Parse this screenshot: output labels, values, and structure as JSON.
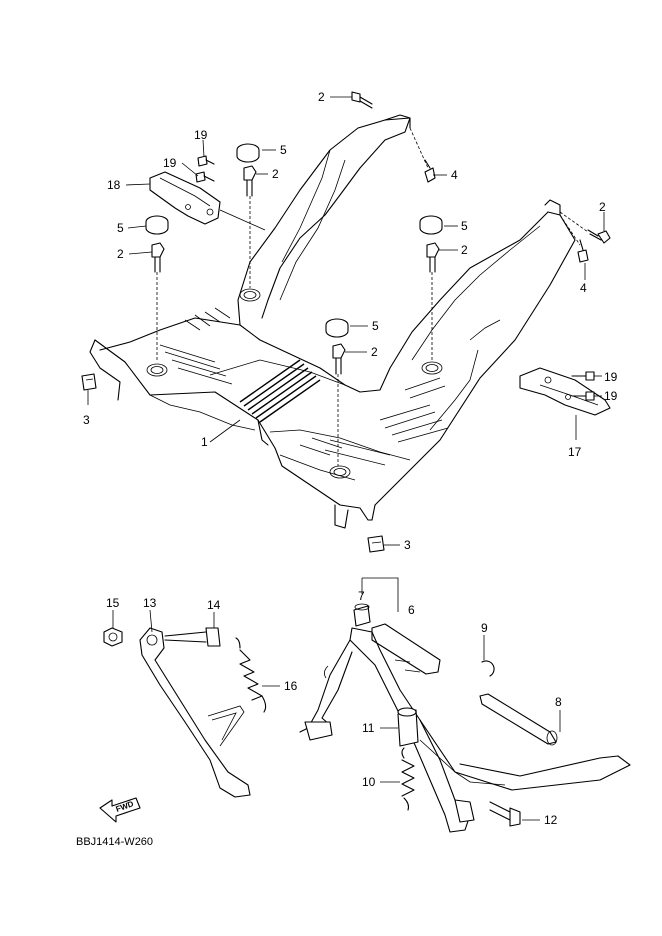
{
  "diagram_code": "BBJ1414-W260",
  "fwd_label": "FWD",
  "callouts": [
    {
      "id": "c2a",
      "label": "2"
    },
    {
      "id": "c19a",
      "label": "19"
    },
    {
      "id": "c5a",
      "label": "5"
    },
    {
      "id": "c19b",
      "label": "19"
    },
    {
      "id": "c2b",
      "label": "2"
    },
    {
      "id": "c4a",
      "label": "4"
    },
    {
      "id": "c18",
      "label": "18"
    },
    {
      "id": "c5b",
      "label": "5"
    },
    {
      "id": "c2c",
      "label": "2"
    },
    {
      "id": "c2d",
      "label": "2"
    },
    {
      "id": "c5c",
      "label": "5"
    },
    {
      "id": "c2e",
      "label": "2"
    },
    {
      "id": "c4b",
      "label": "4"
    },
    {
      "id": "c5d",
      "label": "5"
    },
    {
      "id": "c2f",
      "label": "2"
    },
    {
      "id": "c19c",
      "label": "19"
    },
    {
      "id": "c19d",
      "label": "19"
    },
    {
      "id": "c3a",
      "label": "3"
    },
    {
      "id": "c1",
      "label": "1"
    },
    {
      "id": "c17",
      "label": "17"
    },
    {
      "id": "c3b",
      "label": "3"
    },
    {
      "id": "c15",
      "label": "15"
    },
    {
      "id": "c13",
      "label": "13"
    },
    {
      "id": "c14",
      "label": "14"
    },
    {
      "id": "c7",
      "label": "7"
    },
    {
      "id": "c6",
      "label": "6"
    },
    {
      "id": "c9",
      "label": "9"
    },
    {
      "id": "c16",
      "label": "16"
    },
    {
      "id": "c8",
      "label": "8"
    },
    {
      "id": "c11",
      "label": "11"
    },
    {
      "id": "c10",
      "label": "10"
    },
    {
      "id": "c12",
      "label": "12"
    }
  ]
}
